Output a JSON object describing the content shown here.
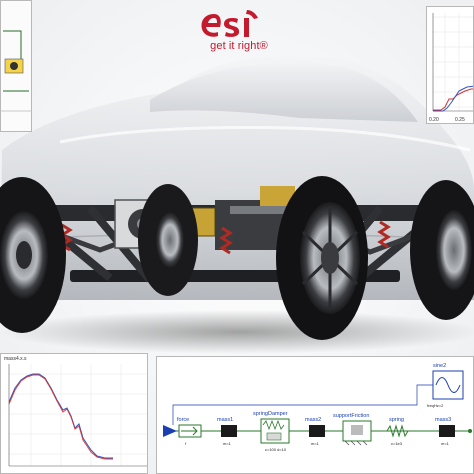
{
  "brand": {
    "logo_letters": "esi",
    "tagline": "get it right®",
    "color": "#c41a2e"
  },
  "chart_top_right": {
    "x_ticks": [
      "0.20",
      "0.25"
    ]
  },
  "chart_bottom_left": {
    "title": "mass4.x.s"
  },
  "diagram": {
    "blocks": [
      {
        "name": "force",
        "param": "f"
      },
      {
        "name": "mass1",
        "param": "m=1"
      },
      {
        "name": "springDamper",
        "param": "c=100 d=10"
      },
      {
        "name": "mass2",
        "param": "m=1"
      },
      {
        "name": "supportFriction",
        "param": ""
      },
      {
        "name": "spring",
        "param": "c=1e3"
      },
      {
        "name": "mass3",
        "param": "m=1"
      }
    ],
    "source": {
      "name": "sine2",
      "param": "freqHz=2"
    }
  }
}
